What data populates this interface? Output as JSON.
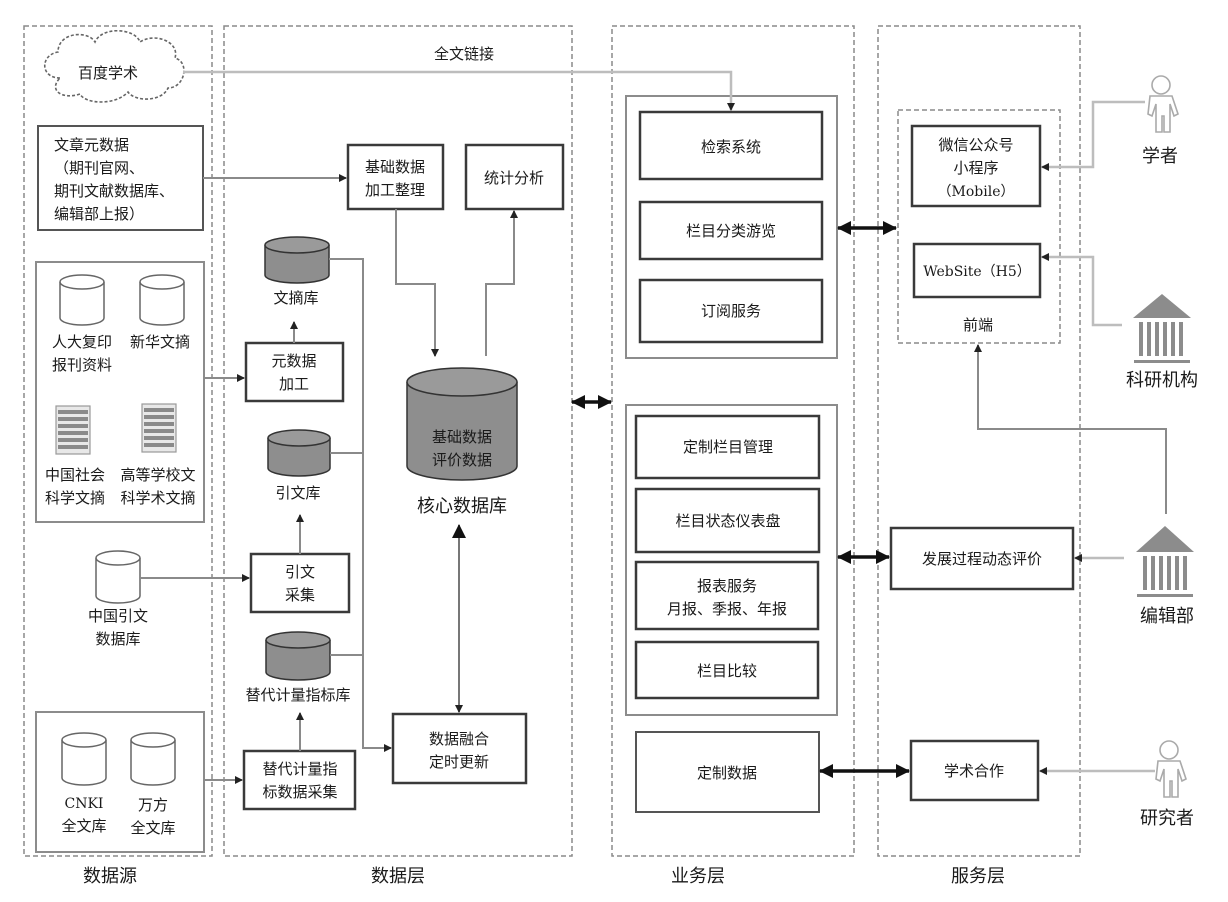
{
  "layers": {
    "data_source": "数据源",
    "data_layer": "数据层",
    "business_layer": "业务层",
    "service_layer": "服务层"
  },
  "data_source": {
    "baidu_scholar": "百度学术",
    "article_metadata": [
      "文章元数据",
      "（期刊官网、",
      "期刊文献数据库、",
      "编辑部上报）"
    ],
    "digest_sources": [
      {
        "label": [
          "人大复印",
          "报刊资料"
        ],
        "icon": "database-icon"
      },
      {
        "label": [
          "新华文摘"
        ],
        "icon": "database-icon"
      },
      {
        "label": [
          "中国社会",
          "科学文摘"
        ],
        "icon": "document-stack-icon"
      },
      {
        "label": [
          "高等学校文",
          "科学术文摘"
        ],
        "icon": "document-stack-icon"
      }
    ],
    "citation_db": [
      "中国引文",
      "数据库"
    ],
    "fulltext_dbs": [
      {
        "label": [
          "CNKI",
          "全文库"
        ]
      },
      {
        "label": [
          "万方",
          "全文库"
        ]
      }
    ]
  },
  "data_layer": {
    "fulltext_link": "全文链接",
    "basic_processing": [
      "基础数据",
      "加工整理"
    ],
    "statistics": "统计分析",
    "digest_db": "文摘库",
    "metadata_processing": [
      "元数据",
      "加工"
    ],
    "citation_lib": "引文库",
    "citation_collect": [
      "引文",
      "采集"
    ],
    "altmetric_lib": "替代计量指标库",
    "altmetric_collect": [
      "替代计量指",
      "标数据采集"
    ],
    "core_db_inner": [
      "基础数据",
      "评价数据"
    ],
    "core_db": "核心数据库",
    "data_fusion": [
      "数据融合",
      "定时更新"
    ]
  },
  "business_layer": {
    "group1": [
      "检索系统",
      "栏目分类游览",
      "订阅服务"
    ],
    "group2": [
      [
        "定制栏目管理"
      ],
      [
        "栏目状态仪表盘"
      ],
      [
        "报表服务",
        "月报、季报、年报"
      ],
      [
        "栏目比较"
      ]
    ],
    "custom_data": "定制数据"
  },
  "service_layer": {
    "wechat": [
      "微信公众号",
      "小程序",
      "（Mobile）"
    ],
    "website": "WebSite（H5）",
    "frontend": "前端",
    "dynamic_eval": "发展过程动态评价",
    "academic_coop": "学术合作"
  },
  "actors": {
    "scholar": "学者",
    "research_institute": "科研机构",
    "editorial_dept": "编辑部",
    "researcher": "研究者"
  }
}
